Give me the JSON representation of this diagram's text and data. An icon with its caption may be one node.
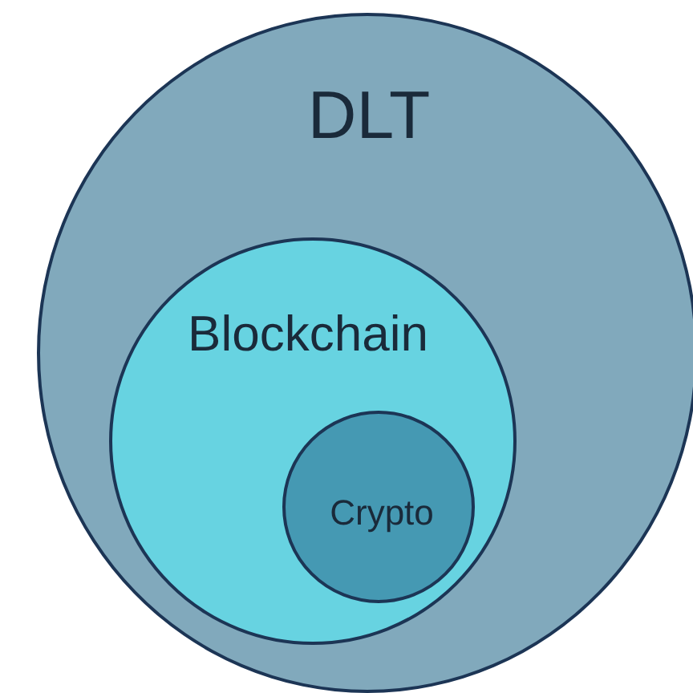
{
  "diagram": {
    "nodes": [
      {
        "text": [
          "DLT"
        ]
      },
      {
        "text": [
          "Blockchain"
        ],
        "in": 0
      },
      {
        "text": [
          "Crypto"
        ],
        "in": 1
      }
    ]
  }
}
